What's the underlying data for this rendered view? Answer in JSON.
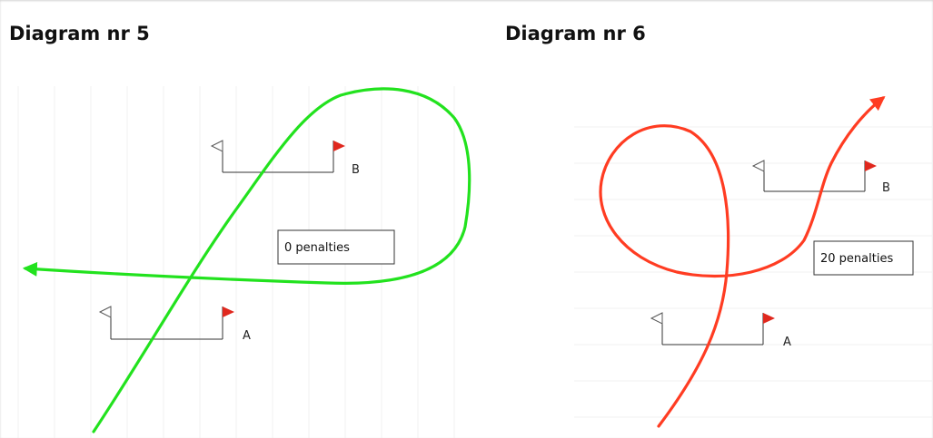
{
  "diagram5": {
    "title": "Diagram nr 5",
    "gate_b_label": "B",
    "gate_a_label": "A",
    "result": "0 penalties",
    "path_color": "#22e21e",
    "flag_color": "#e0281e"
  },
  "diagram6": {
    "title": "Diagram nr 6",
    "gate_b_label": "B",
    "gate_a_label": "A",
    "result": "20 penalties",
    "path_color": "#ff3c22",
    "flag_color": "#e0281e"
  }
}
